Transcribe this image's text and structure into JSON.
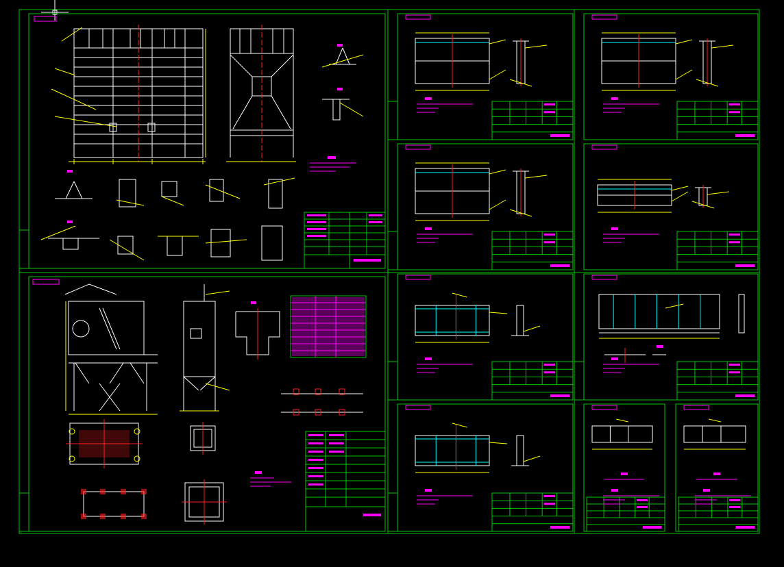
{
  "colors": {
    "background": "#000000",
    "frame": "#00c800",
    "drawing": "#ffffff",
    "dimension": "#ffff00",
    "center_line": "#ff2020",
    "label": "#ff00ff",
    "accent": "#00ffff"
  },
  "sheets": [
    {
      "id": "sheet-1",
      "label": "A1",
      "has_tag": true,
      "has_side_block": true
    },
    {
      "id": "sheet-2",
      "label": "B1",
      "has_tag": true,
      "has_side_block": true
    },
    {
      "id": "sheet-3",
      "label": "C1",
      "has_tag": true,
      "has_side_block": false
    },
    {
      "id": "sheet-4",
      "label": "B2",
      "has_tag": true,
      "has_side_block": true
    },
    {
      "id": "sheet-5",
      "label": "C2",
      "has_tag": true,
      "has_side_block": false
    },
    {
      "id": "sheet-6",
      "label": "A2",
      "has_tag": true,
      "has_side_block": true
    },
    {
      "id": "sheet-7",
      "label": "B3",
      "has_tag": true,
      "has_side_block": true
    },
    {
      "id": "sheet-8",
      "label": "C3",
      "has_tag": true,
      "has_side_block": true
    },
    {
      "id": "sheet-9",
      "label": "B4",
      "has_tag": true,
      "has_side_block": true
    },
    {
      "id": "sheet-10",
      "label": "C4",
      "has_tag": true,
      "has_side_block": false
    },
    {
      "id": "sheet-11",
      "label": "C5",
      "has_tag": true,
      "has_side_block": false
    }
  ]
}
